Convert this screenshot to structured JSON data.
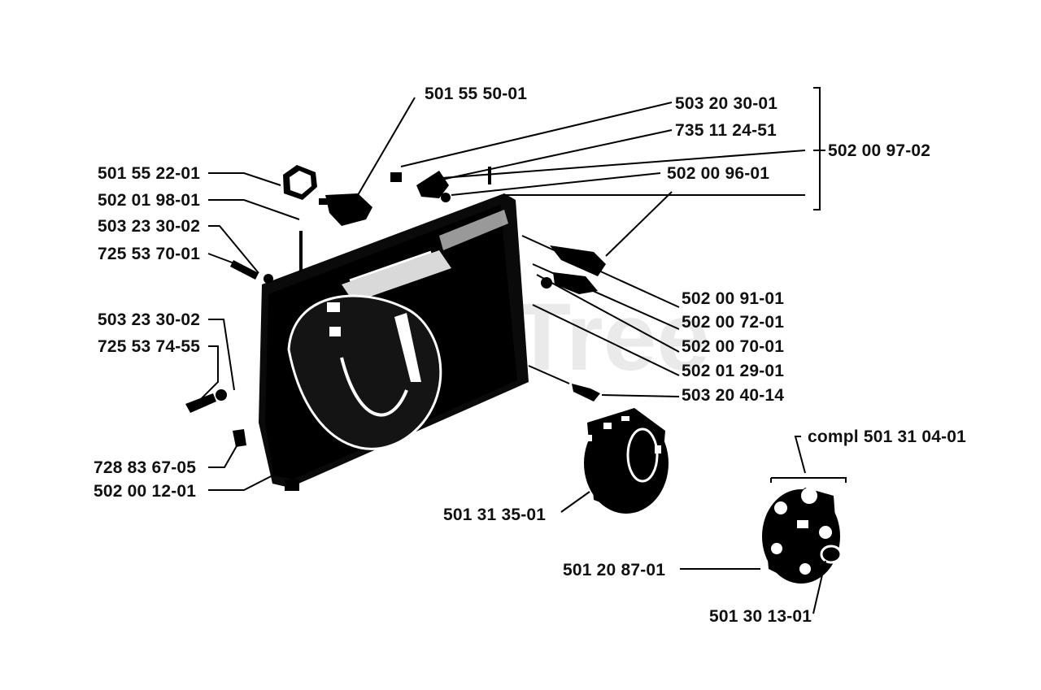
{
  "watermark": "PartsTree",
  "colors": {
    "ink": "#0a0a0a",
    "background": "#ffffff",
    "watermark": "#d9d9d9"
  },
  "labels": {
    "p501555001": "501 55 50-01",
    "p503203001": "503 20 30-01",
    "p735112451": "735 11 24-51",
    "p502009702": "502 00 97-02",
    "p502009601": "502 00 96-01",
    "p501552201": "501 55 22-01",
    "p502019801": "502 01 98-01",
    "p503233002a": "503 23 30-02",
    "p725537001": "725 53 70-01",
    "p503233002b": "503 23 30-02",
    "p725537455": "725 53 74-55",
    "p502009101": "502 00 91-01",
    "p502007201": "502 00 72-01",
    "p502007001": "502 00 70-01",
    "p502012901": "502 01 29-01",
    "p503204014": "503 20 40-14",
    "p728836705": "728 83 67-05",
    "p502001201": "502 00 12-01",
    "p501313501": "501 31 35-01",
    "compl": "compl 501 31 04-01",
    "p501208701": "501 20 87-01",
    "p501301301": "501 30 13-01"
  }
}
